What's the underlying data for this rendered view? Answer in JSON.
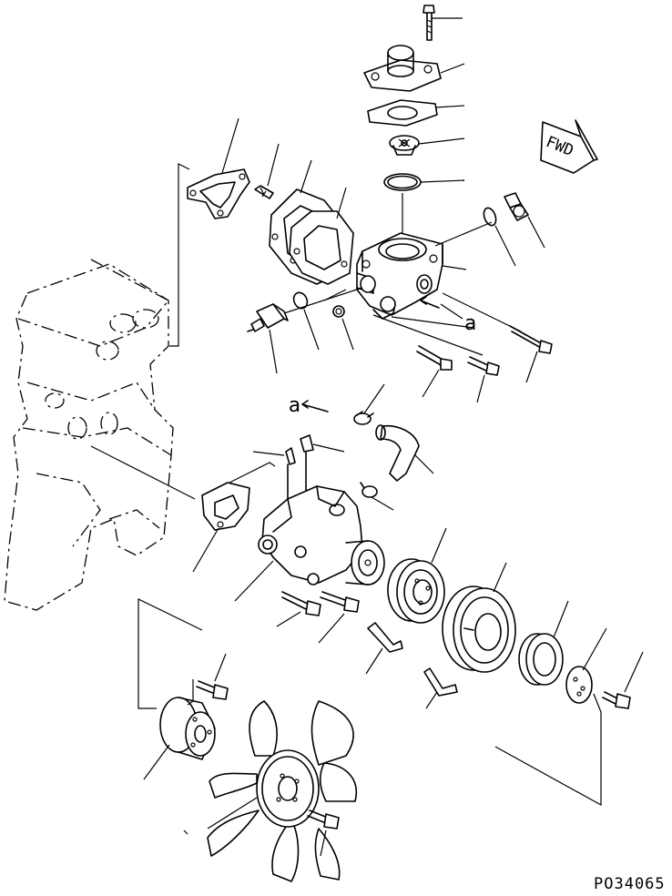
{
  "diagram": {
    "drawing_number": "PO34065",
    "direction_label": "FWD",
    "reference_marker": "a"
  }
}
